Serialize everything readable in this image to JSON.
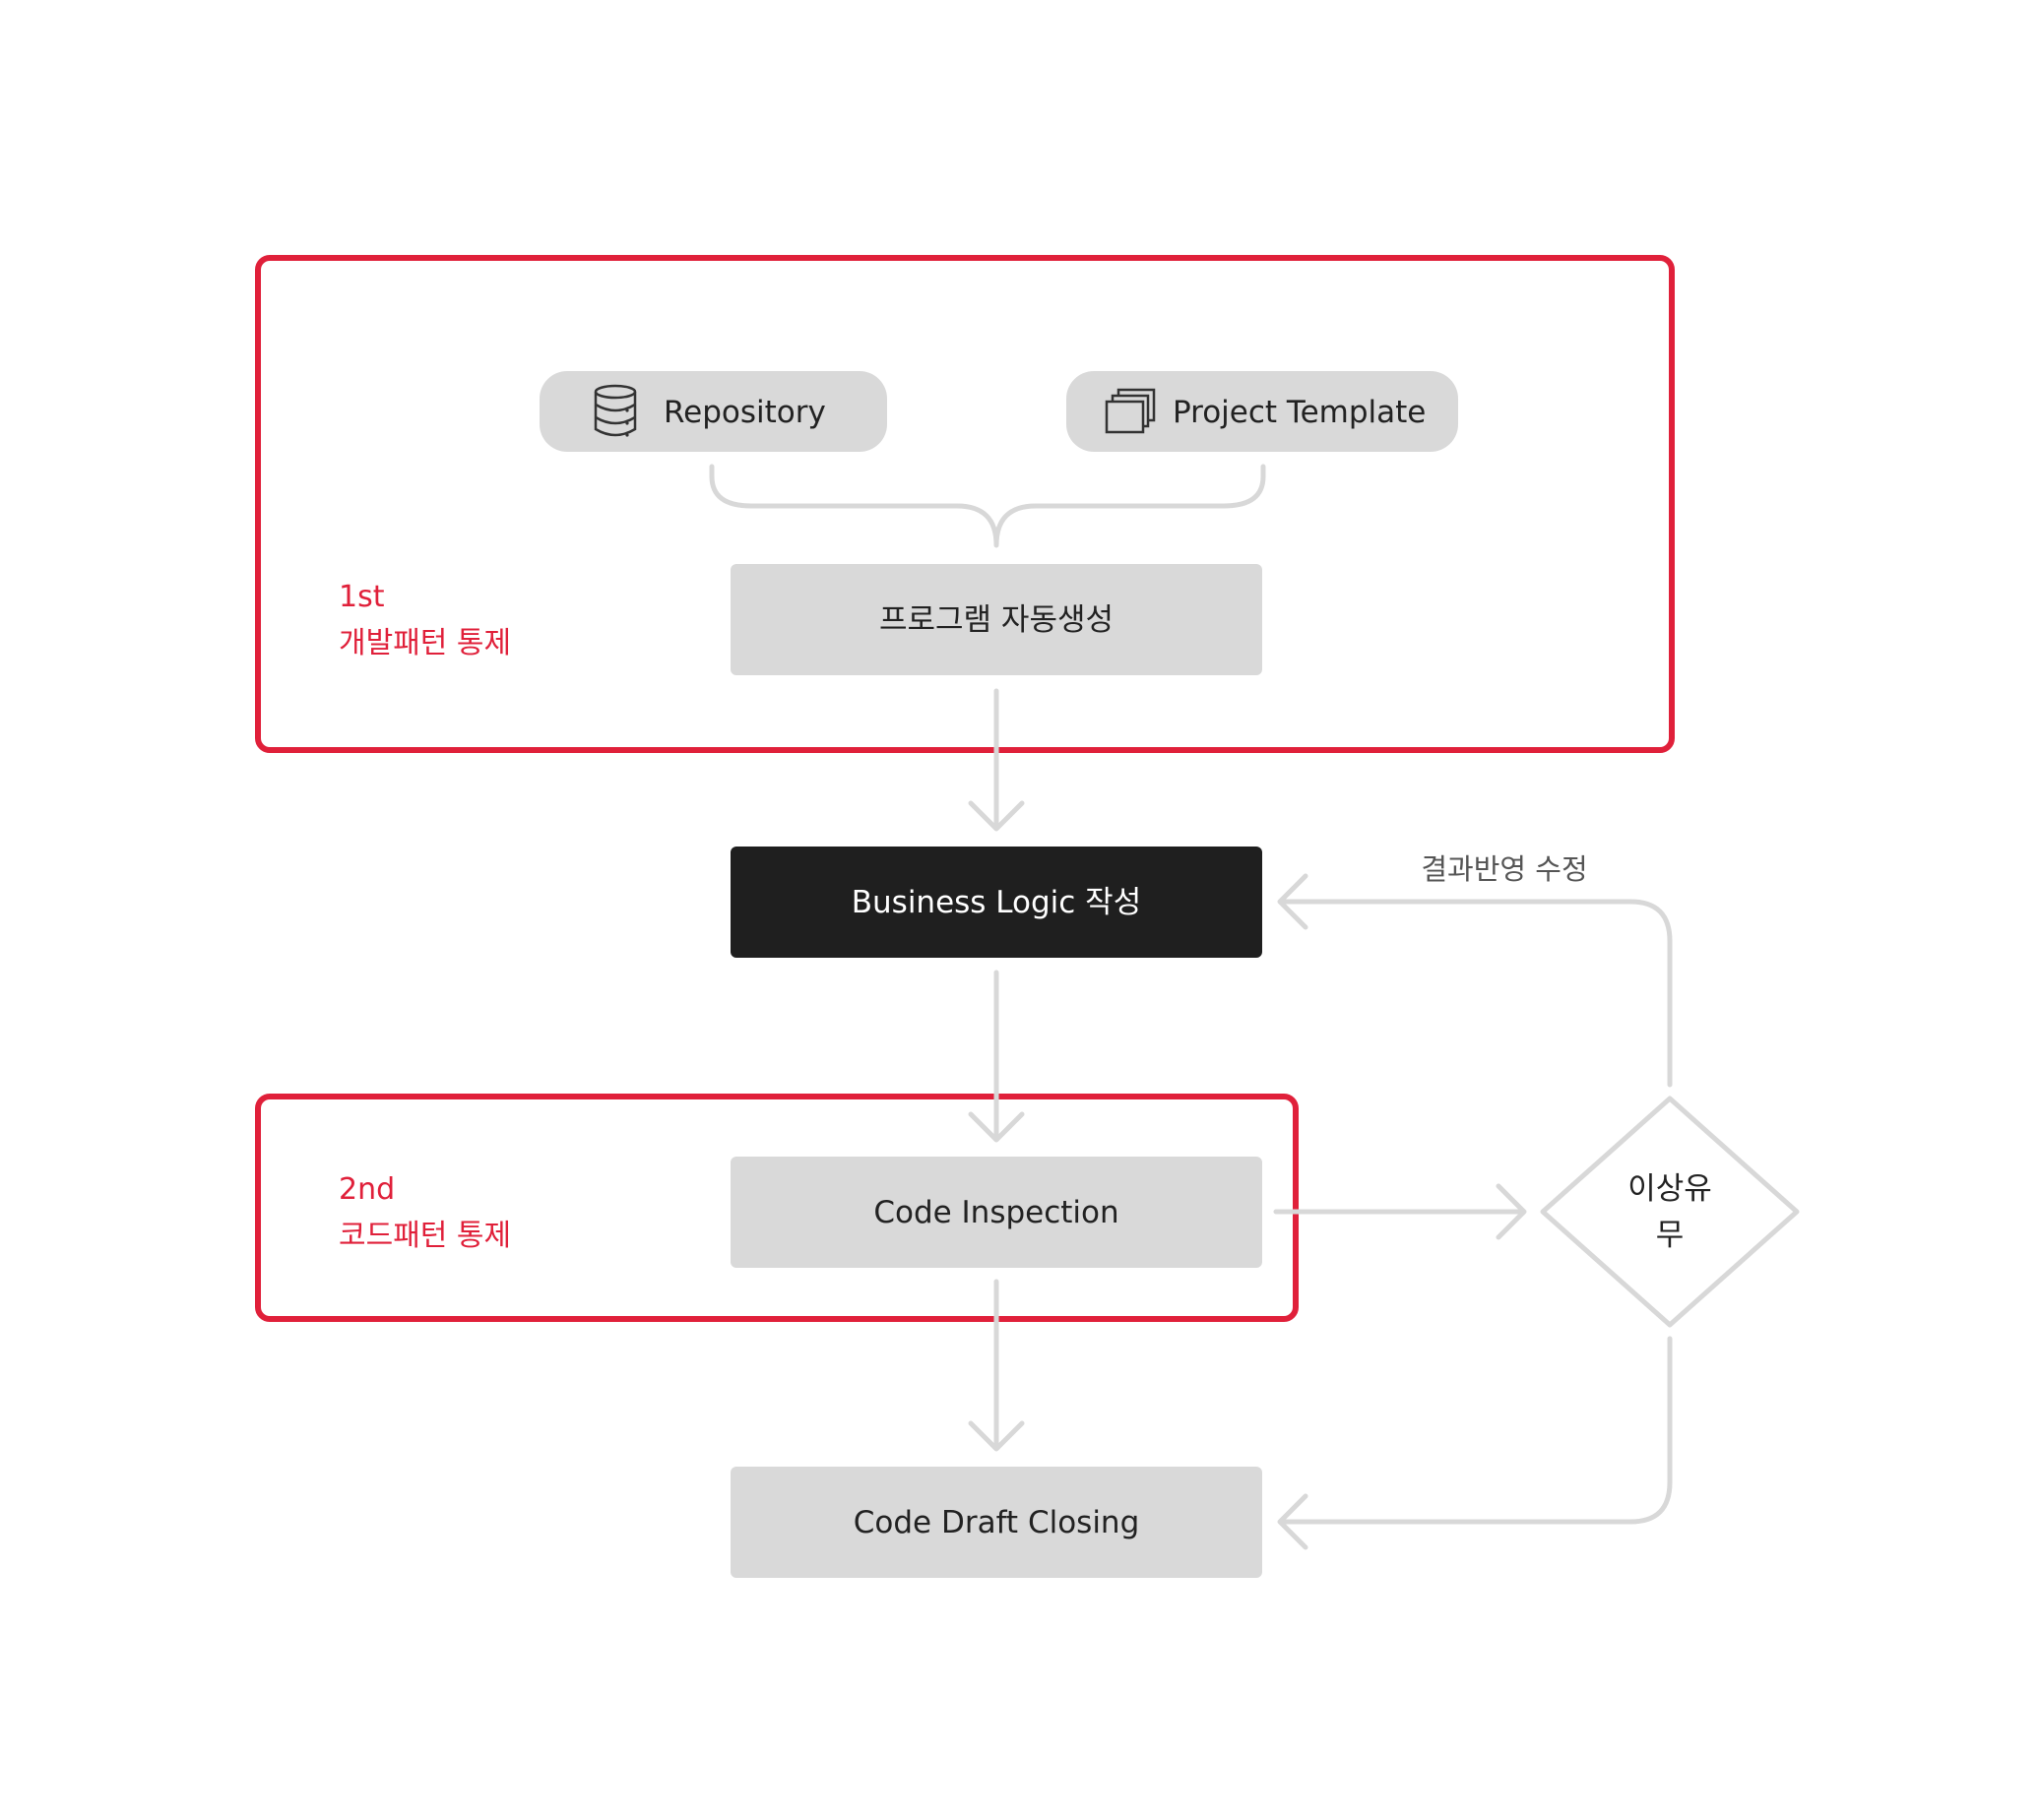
{
  "groups": {
    "first": {
      "label_line1": "1st",
      "label_line2": "개발패턴 통제"
    },
    "second": {
      "label_line1": "2nd",
      "label_line2": "코드패턴 통제"
    }
  },
  "nodes": {
    "repository": {
      "label": "Repository",
      "icon": "database-icon"
    },
    "project_template": {
      "label": "Project Template",
      "icon": "stacked-windows-icon"
    },
    "auto_generate": {
      "label": "프로그램 자동생성"
    },
    "business_logic": {
      "label": "Business Logic 작성"
    },
    "code_inspection": {
      "label": "Code Inspection"
    },
    "decision": {
      "label_line1": "이상유",
      "label_line2": "무"
    },
    "code_draft_closing": {
      "label": "Code Draft Closing"
    }
  },
  "edges": {
    "feedback": {
      "label": "결과반영 수정"
    }
  },
  "colors": {
    "accent_red": "#e0203a",
    "node_fill": "#d9d9d9",
    "highlight_fill": "#1f1f1f",
    "connector": "#d8d8d8"
  }
}
